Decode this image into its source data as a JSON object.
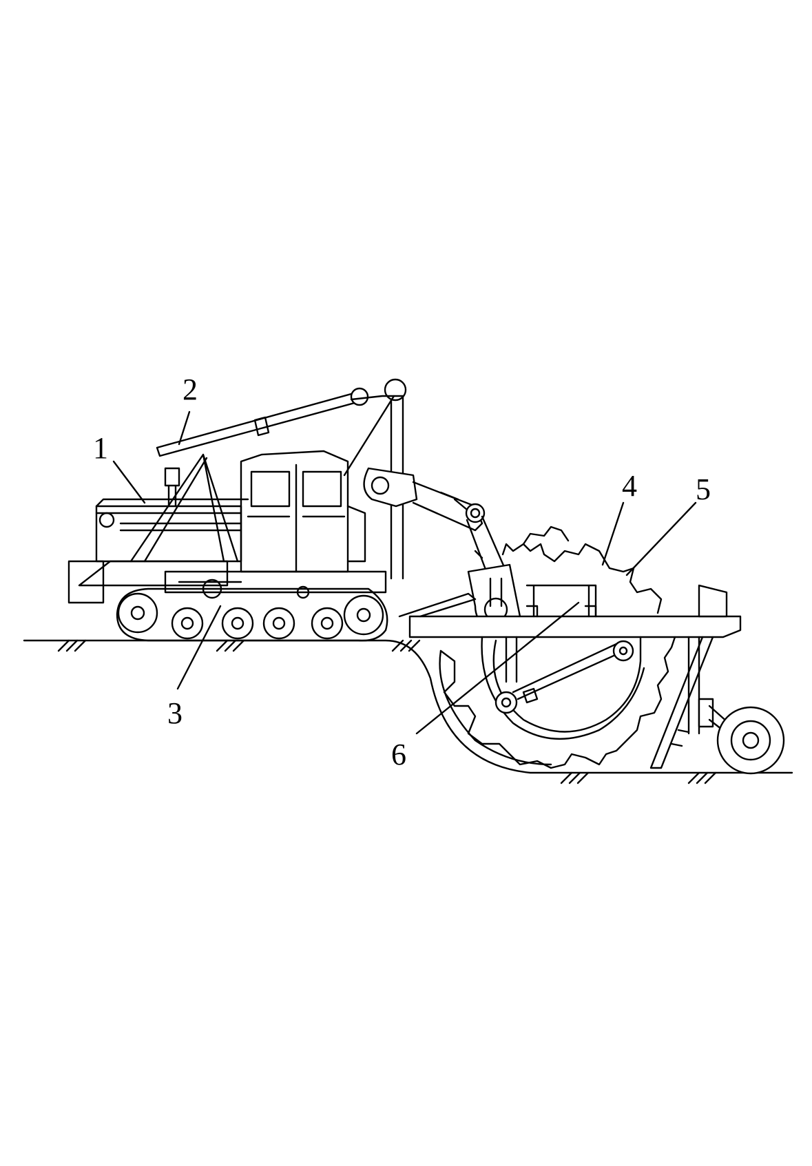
{
  "labels": {
    "l1": "1",
    "l2": "2",
    "l3": "3",
    "l4": "4",
    "l5": "5",
    "l6": "6"
  },
  "colors": {
    "line": "#000000",
    "background": "#ffffff"
  }
}
